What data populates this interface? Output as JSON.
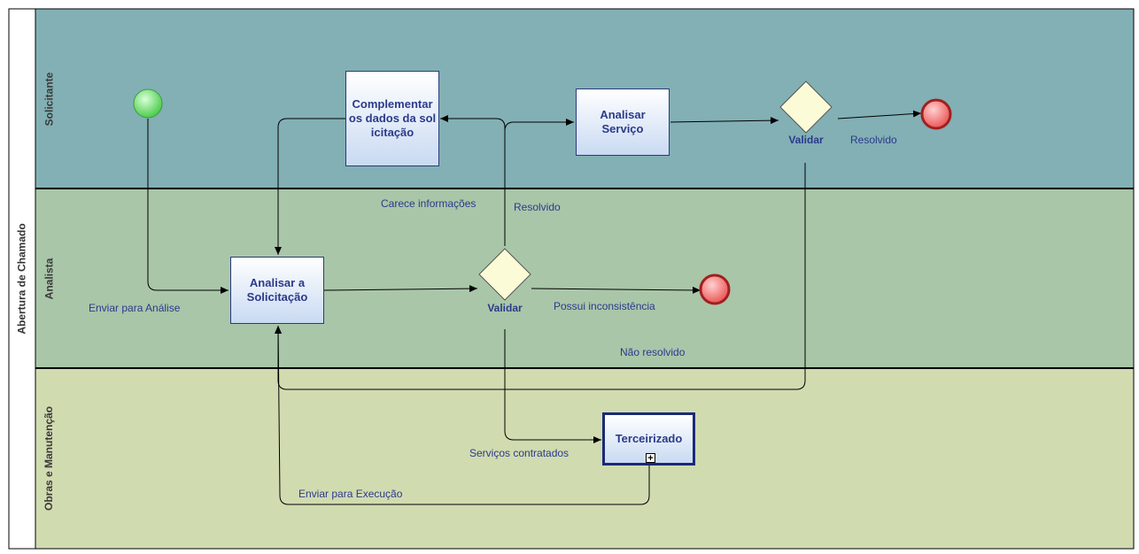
{
  "pool": {
    "title": "Abertura de Chamado"
  },
  "lanes": [
    {
      "id": "solicitante",
      "label": "Solicitante",
      "color": "#82b0b5"
    },
    {
      "id": "analista",
      "label": "Analista",
      "color": "#a9c6a9"
    },
    {
      "id": "obras",
      "label": "Obras e Manutenção",
      "color": "#d1dbb0"
    }
  ],
  "tasks": {
    "complementar": "Complementar os dados da solicitação",
    "analisar_servico": "Analisar Serviço",
    "analisar_solicitacao": "Analisar a Solicitação",
    "terceirizado": "Terceirizado"
  },
  "gateways": {
    "validar_solicitante": "Validar",
    "validar_analista": "Validar"
  },
  "flow_labels": {
    "resolvido_top": "Resolvido",
    "carece_informacoes": "Carece informações",
    "resolvido_mid": "Resolvido",
    "enviar_analise": "Enviar para Análise",
    "possui_inconsistencia": "Possui inconsistência",
    "nao_resolvido": "Não resolvido",
    "servicos_contratados": "Serviços contratados",
    "enviar_execucao": "Enviar para Execução"
  },
  "colors": {
    "start_event": "#5dd95d",
    "end_event": "#f06a6a",
    "gateway": "#fbfbd7",
    "task_text": "#2b3a8a"
  }
}
